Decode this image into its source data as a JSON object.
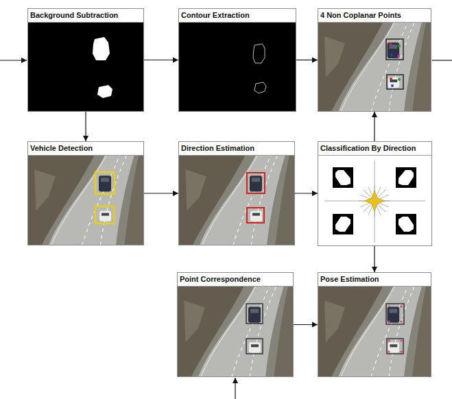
{
  "diagram": {
    "nodes": [
      {
        "text": [
          "Background Subtraction"
        ]
      },
      {
        "text": [
          "Contour Extraction"
        ]
      },
      {
        "text": [
          "4 Non Coplanar Points"
        ]
      },
      {
        "text": [
          "Vehicle Detection"
        ]
      },
      {
        "text": [
          "Direction Estimation"
        ]
      },
      {
        "text": [
          "Classification By Direction"
        ]
      },
      {
        "text": [
          "Point Correspondence"
        ]
      },
      {
        "text": [
          "Pose Estimation"
        ]
      }
    ],
    "edges": [
      {
        "from": 0,
        "to": 1,
        "arrow": "to"
      },
      {
        "from": 1,
        "to": 2,
        "arrow": "to"
      },
      {
        "from": 0,
        "to": 3,
        "arrow": "to"
      },
      {
        "from": 3,
        "to": 4,
        "arrow": "to"
      },
      {
        "from": 4,
        "to": 5,
        "arrow": "to"
      },
      {
        "from": 5,
        "to": 2,
        "arrow": "to"
      },
      {
        "from": 5,
        "to": 7,
        "arrow": "to"
      },
      {
        "from": 6,
        "to": 7,
        "arrow": "to"
      }
    ]
  }
}
